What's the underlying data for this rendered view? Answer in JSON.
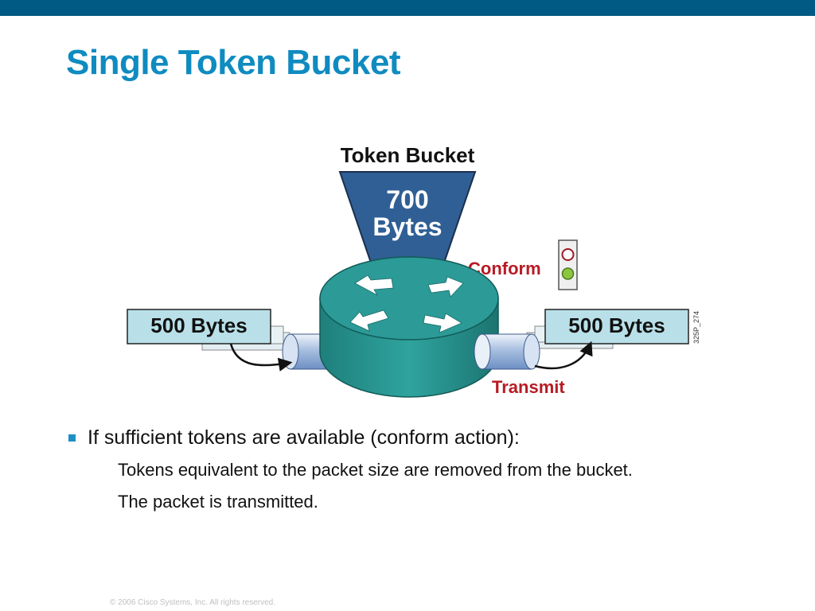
{
  "slide": {
    "title": "Single Token Bucket",
    "footer": "© 2006 Cisco Systems, Inc. All rights reserved."
  },
  "diagram": {
    "bucket_label": "Token Bucket",
    "bucket_value": "700",
    "bucket_unit": "Bytes",
    "conform_label": "Conform",
    "transmit_label": "Transmit",
    "input_packet": "500 Bytes",
    "output_packet": "500 Bytes",
    "figure_id": "325P_274",
    "colors": {
      "bucket": "#2f5f95",
      "router": "#2c9a96",
      "packet": "#b9e0e8",
      "label_red": "#b81b25",
      "light_green": "#8cc63f"
    }
  },
  "bullets": [
    {
      "text": "If sufficient tokens are available (conform action):",
      "sub": [
        "Tokens equivalent to the packet size are removed from the bucket.",
        "The packet is transmitted."
      ]
    }
  ]
}
